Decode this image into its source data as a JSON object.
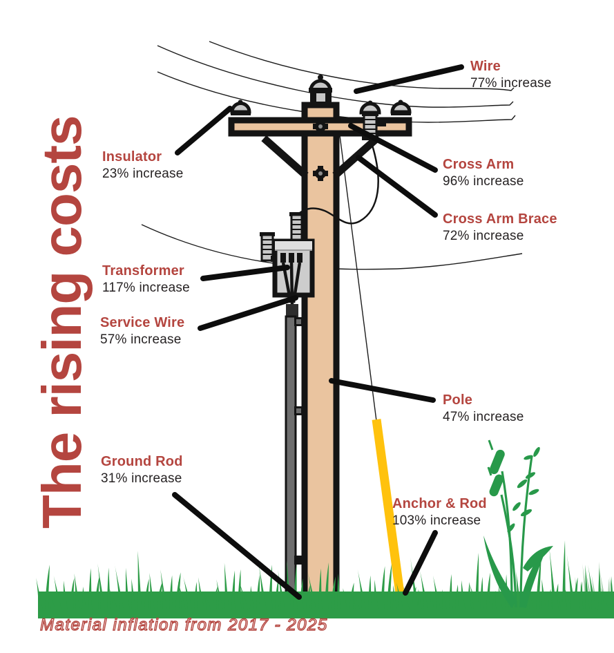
{
  "title": "The rising costs",
  "footer": "Material inflation from 2017 - 2025",
  "colors": {
    "accent_red": "#B4453F",
    "text_dark": "#262223",
    "pole_tan": "#EAC49F",
    "hardware_gray": "#C7C7C7",
    "anchor_yellow": "#FFC20D",
    "grass_green": "#2D9C47",
    "callout_black": "#0D0D0D"
  },
  "components": [
    {
      "name": "Wire",
      "increase": "77% increase",
      "percent": 77
    },
    {
      "name": "Insulator",
      "increase": "23% increase",
      "percent": 23
    },
    {
      "name": "Cross Arm",
      "increase": "96% increase",
      "percent": 96
    },
    {
      "name": "Cross Arm Brace",
      "increase": "72% increase",
      "percent": 72
    },
    {
      "name": "Transformer",
      "increase": "117% increase",
      "percent": 117
    },
    {
      "name": "Service Wire",
      "increase": "57% increase",
      "percent": 57
    },
    {
      "name": "Pole",
      "increase": "47% increase",
      "percent": 47
    },
    {
      "name": "Ground Rod",
      "increase": "31% increase",
      "percent": 31
    },
    {
      "name": "Anchor & Rod",
      "increase": "103% increase",
      "percent": 103
    }
  ]
}
